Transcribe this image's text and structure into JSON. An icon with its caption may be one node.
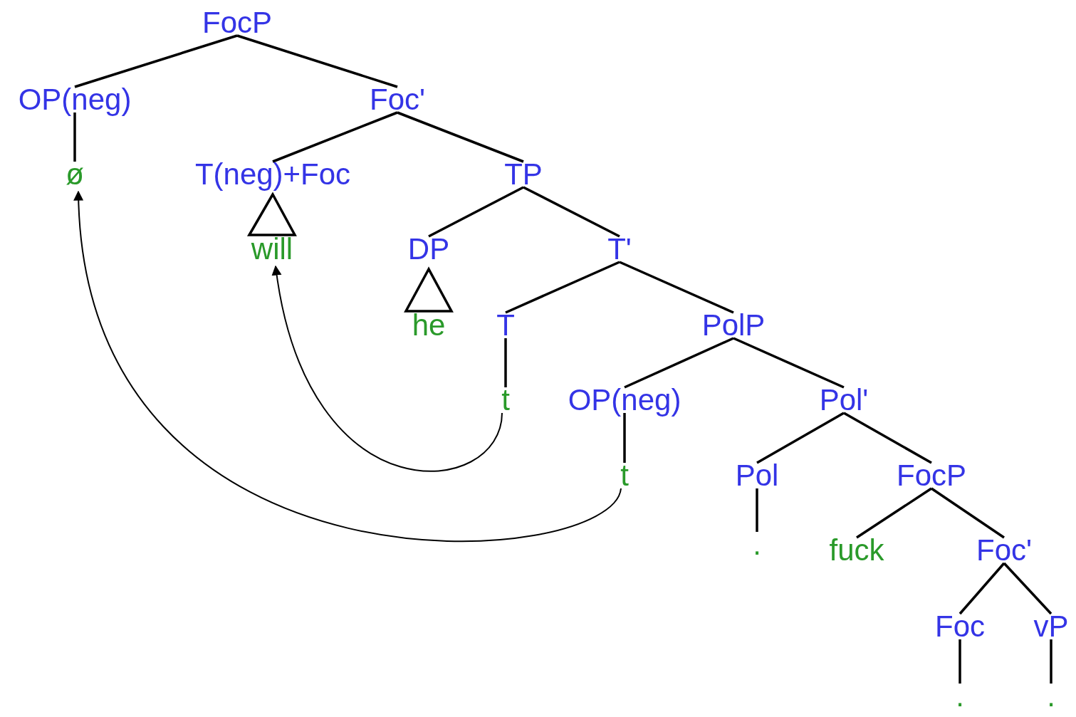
{
  "diagram": {
    "nodes": [
      {
        "text": [
          "FocP"
        ]
      },
      {
        "text": [
          "OP(neg)"
        ]
      },
      {
        "text": [
          "Foc'"
        ]
      },
      {
        "text": [
          "ø"
        ]
      },
      {
        "text": [
          "T(neg)+Foc"
        ]
      },
      {
        "text": [
          "TP"
        ]
      },
      {
        "text": [
          "will"
        ]
      },
      {
        "text": [
          "DP"
        ]
      },
      {
        "text": [
          "T'"
        ]
      },
      {
        "text": [
          "he"
        ]
      },
      {
        "text": [
          "T"
        ]
      },
      {
        "text": [
          "PolP"
        ]
      },
      {
        "text": [
          "t"
        ]
      },
      {
        "text": [
          "OP(neg)"
        ]
      },
      {
        "text": [
          "Pol'"
        ]
      },
      {
        "text": [
          "t"
        ]
      },
      {
        "text": [
          "Pol"
        ]
      },
      {
        "text": [
          "FocP"
        ]
      },
      {
        "text": [
          "."
        ]
      },
      {
        "text": [
          "fuck"
        ]
      },
      {
        "text": [
          "Foc'"
        ]
      },
      {
        "text": [
          "Foc"
        ]
      },
      {
        "text": [
          "vP"
        ]
      },
      {
        "text": [
          "."
        ]
      },
      {
        "text": [
          "."
        ]
      }
    ],
    "edges": [
      {
        "from": 0,
        "to": 1,
        "arrow": "none"
      },
      {
        "from": 0,
        "to": 2,
        "arrow": "none"
      },
      {
        "from": 1,
        "to": 3,
        "arrow": "none"
      },
      {
        "from": 2,
        "to": 4,
        "arrow": "none"
      },
      {
        "from": 2,
        "to": 5,
        "arrow": "none"
      },
      {
        "from": 4,
        "to": 6,
        "arrow": "none"
      },
      {
        "from": 5,
        "to": 7,
        "arrow": "none"
      },
      {
        "from": 5,
        "to": 8,
        "arrow": "none"
      },
      {
        "from": 7,
        "to": 9,
        "arrow": "none"
      },
      {
        "from": 8,
        "to": 10,
        "arrow": "none"
      },
      {
        "from": 8,
        "to": 11,
        "arrow": "none"
      },
      {
        "from": 10,
        "to": 12,
        "arrow": "none"
      },
      {
        "from": 11,
        "to": 13,
        "arrow": "none"
      },
      {
        "from": 11,
        "to": 14,
        "arrow": "none"
      },
      {
        "from": 13,
        "to": 15,
        "arrow": "none"
      },
      {
        "from": 14,
        "to": 16,
        "arrow": "none"
      },
      {
        "from": 14,
        "to": 17,
        "arrow": "none"
      },
      {
        "from": 16,
        "to": 18,
        "arrow": "none"
      },
      {
        "from": 17,
        "to": 19,
        "arrow": "none"
      },
      {
        "from": 17,
        "to": 20,
        "arrow": "none"
      },
      {
        "from": 20,
        "to": 21,
        "arrow": "none"
      },
      {
        "from": 20,
        "to": 22,
        "arrow": "none"
      },
      {
        "from": 21,
        "to": 23,
        "arrow": "none"
      },
      {
        "from": 22,
        "to": 24,
        "arrow": "none"
      },
      {
        "from": 12,
        "to": 6,
        "arrow": "to"
      },
      {
        "from": 15,
        "to": 3,
        "arrow": "to"
      }
    ]
  }
}
